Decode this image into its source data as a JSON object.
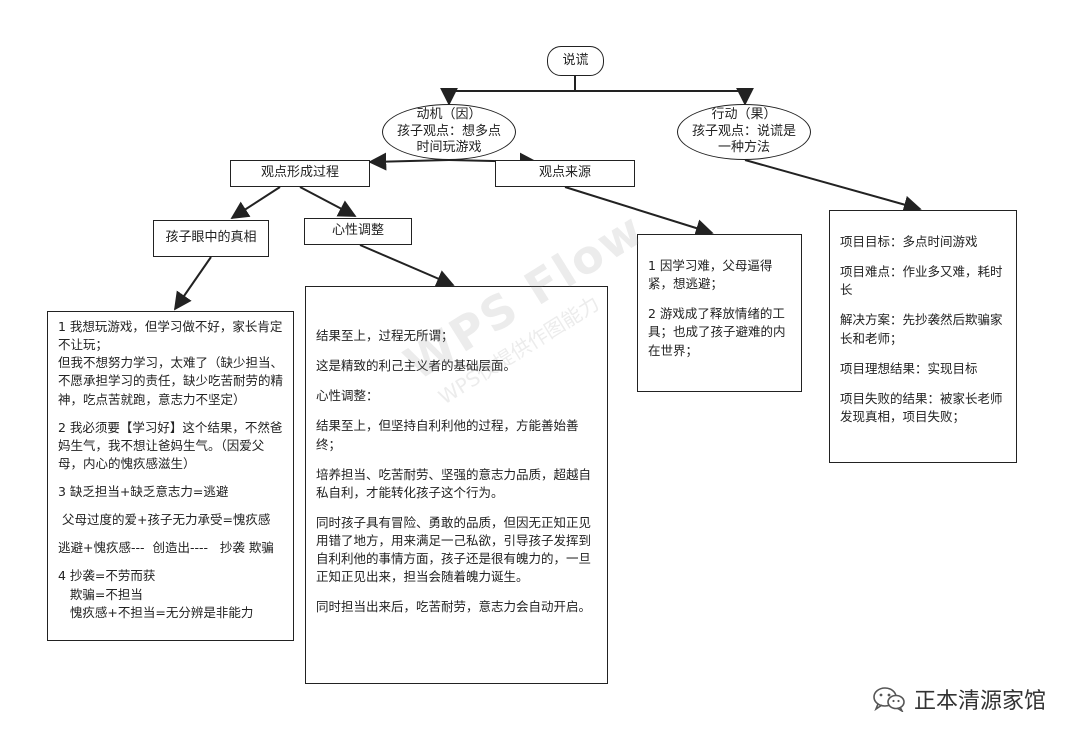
{
  "root": {
    "label": "说谎"
  },
  "motive": {
    "lines": [
      "动机（因）",
      "孩子观点：想多点",
      "时间玩游戏"
    ]
  },
  "action": {
    "lines": [
      "行动（果）",
      "孩子观点：说谎是",
      "一种方法"
    ]
  },
  "formation": {
    "label": "观点形成过程"
  },
  "source": {
    "label": "观点来源"
  },
  "truth": {
    "label": "孩子眼中的真相"
  },
  "mind": {
    "label": "心性调整"
  },
  "truth_detail": {
    "paragraphs": [
      "1 我想玩游戏，但学习做不好，家长肯定不让玩；\n但我不想努力学习，太难了（缺少担当、不愿承担学习的责任，缺少吃苦耐劳的精神，吃点苦就跑，意志力不坚定）",
      "2 我必须要【学习好】这个结果，不然爸妈生气，我不想让爸妈生气。（因爱父母，内心的愧疚感滋生）",
      "3 缺乏担当+缺乏意志力=逃避",
      " 父母过度的爱+孩子无力承受=愧疚感",
      "逃避+愧疚感---  创造出----   抄袭 欺骗",
      "4 抄袭=不劳而获\n   欺骗=不担当\n   愧疚感+不担当=无分辨是非能力"
    ]
  },
  "mind_detail": {
    "paragraphs": [
      "结果至上，过程无所谓；",
      "这是精致的利己主义者的基础层面。",
      "心性调整：",
      "结果至上，但坚持自利利他的过程，方能善始善终；",
      "培养担当、吃苦耐劳、坚强的意志力品质，超越自私自利，才能转化孩子这个行为。",
      "同时孩子具有冒险、勇敢的品质，但因无正知正见用错了地方，用来满足一己私欲，引导孩子发挥到自利利他的事情方面，孩子还是很有魄力的，一旦正知正见出来，担当会随着魄力诞生。",
      "同时担当出来后，吃苦耐劳，意志力会自动开启。"
    ]
  },
  "source_detail": {
    "paragraphs": [
      "1 因学习难，父母逼得紧，想逃避；",
      "2 游戏成了释放情绪的工具；也成了孩子避难的内在世界；"
    ]
  },
  "project_detail": {
    "paragraphs": [
      "项目目标：多点时间游戏",
      "项目难点：作业多又难，耗时长",
      "解决方案：先抄袭然后欺骗家长和老师；",
      "项目理想结果：实现目标",
      "项目失败的结果：被家长老师发现真相，项目失败；"
    ]
  },
  "watermark": {
    "big": "WPS Flow",
    "small": "WPS仅提供作图能力"
  },
  "brand": {
    "name": "正本清源家馆",
    "icon": "wechat-icon"
  },
  "colors": {
    "line": "#222222",
    "background": "#ffffff"
  }
}
